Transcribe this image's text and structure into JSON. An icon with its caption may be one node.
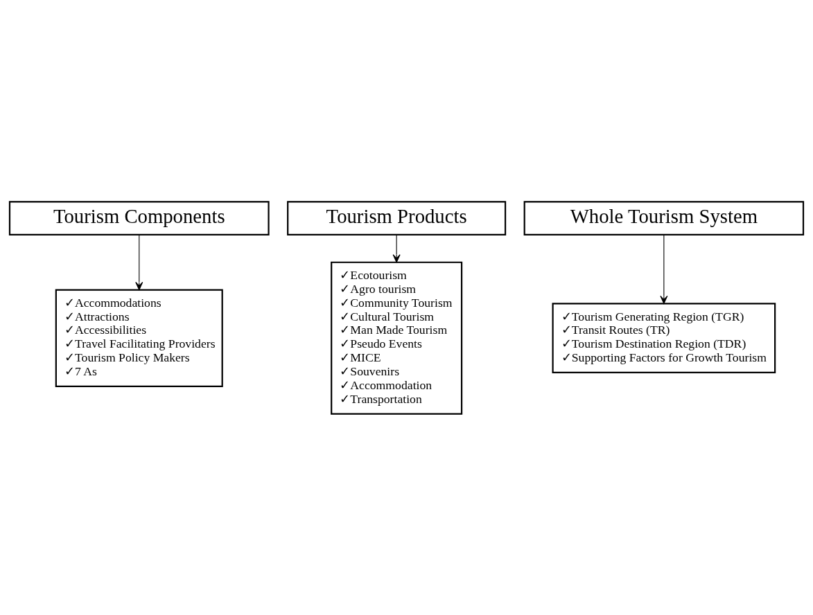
{
  "diagram": {
    "nodes": [
      {
        "text": [
          "Tourism Components"
        ]
      },
      {
        "text": [
          "Tourism Products"
        ]
      },
      {
        "text": [
          "Whole Tourism System"
        ]
      },
      {
        "text": [
          "✓Accommodations",
          "✓Attractions",
          "✓Accessibilities",
          "✓Travel Facilitating Providers",
          "✓Tourism Policy Makers",
          "✓7 As"
        ]
      },
      {
        "text": [
          "✓Ecotourism",
          "✓Agro tourism",
          "✓Community Tourism",
          "✓Cultural Tourism",
          "✓Man Made Tourism",
          "✓Pseudo Events",
          "✓MICE",
          "✓Souvenirs",
          "✓Accommodation",
          "✓Transportation"
        ]
      },
      {
        "text": [
          "✓Tourism Generating Region (TGR)",
          "✓Transit Routes (TR)",
          "✓Tourism Destination Region (TDR)",
          "✓Supporting Factors for Growth Tourism"
        ]
      }
    ],
    "edges": [
      {
        "from": 0,
        "to": 3,
        "arrow": "to"
      },
      {
        "from": 1,
        "to": 4,
        "arrow": "to"
      },
      {
        "from": 2,
        "to": 5,
        "arrow": "to"
      }
    ]
  }
}
